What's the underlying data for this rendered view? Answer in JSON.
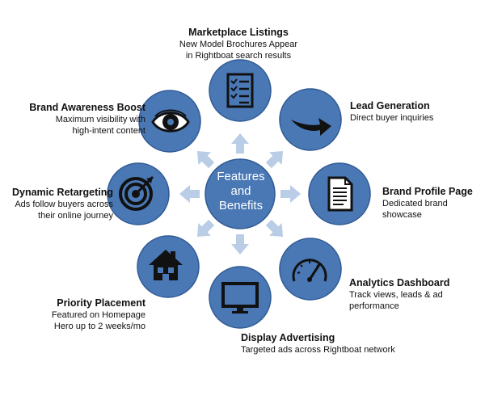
{
  "center": {
    "lines": [
      "Features",
      "and",
      "Benefits"
    ]
  },
  "colors": {
    "circle": "#4a78b5",
    "circle_edge": "#2f5a93",
    "arrow": "#b9cde6",
    "icon": "#111111"
  },
  "features": [
    {
      "id": "marketplace",
      "icon": "checklist-icon",
      "title": "Marketplace Listings",
      "desc": [
        "New Model Brochures Appear",
        "in Rightboat search results"
      ]
    },
    {
      "id": "lead",
      "icon": "arrow-icon",
      "title": "Lead Generation",
      "desc": [
        "Direct buyer inquiries"
      ]
    },
    {
      "id": "profile",
      "icon": "document-icon",
      "title": "Brand Profile Page",
      "desc": [
        "Dedicated brand showcase"
      ]
    },
    {
      "id": "analytics",
      "icon": "speedometer-icon",
      "title": "Analytics Dashboard",
      "desc": [
        "Track views, leads & ad performance"
      ]
    },
    {
      "id": "display",
      "icon": "monitor-icon",
      "title": "Display Advertising",
      "desc": [
        "Targeted ads across Rightboat network"
      ]
    },
    {
      "id": "priority",
      "icon": "house-icon",
      "title": "Priority Placement",
      "desc": [
        "Featured on Homepage",
        "Hero up to 2 weeks/mo"
      ]
    },
    {
      "id": "retargeting",
      "icon": "target-icon",
      "title": "Dynamic Retargeting",
      "desc": [
        "Ads follow buyers across",
        "their online journey"
      ]
    },
    {
      "id": "awareness",
      "icon": "eye-icon",
      "title": "Brand Awareness Boost",
      "desc": [
        "Maximum visibility with",
        "high-intent content"
      ]
    }
  ]
}
